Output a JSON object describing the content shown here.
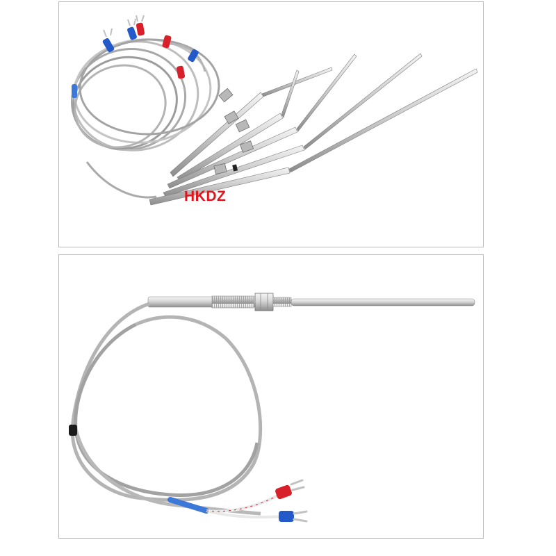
{
  "brand": {
    "text": "HKDZ",
    "color": "#e3141b"
  },
  "colors": {
    "steel_light": "#f2f2f2",
    "steel_dark": "#8c8c8c",
    "braid": "#b0b0b0",
    "terminal_red": "#d8202a",
    "terminal_blue": "#2459c9",
    "blue_sleeve": "#3b78d8"
  },
  "icons": [
    "thermocouple-bundle-photo",
    "thermocouple-probe-photo"
  ]
}
